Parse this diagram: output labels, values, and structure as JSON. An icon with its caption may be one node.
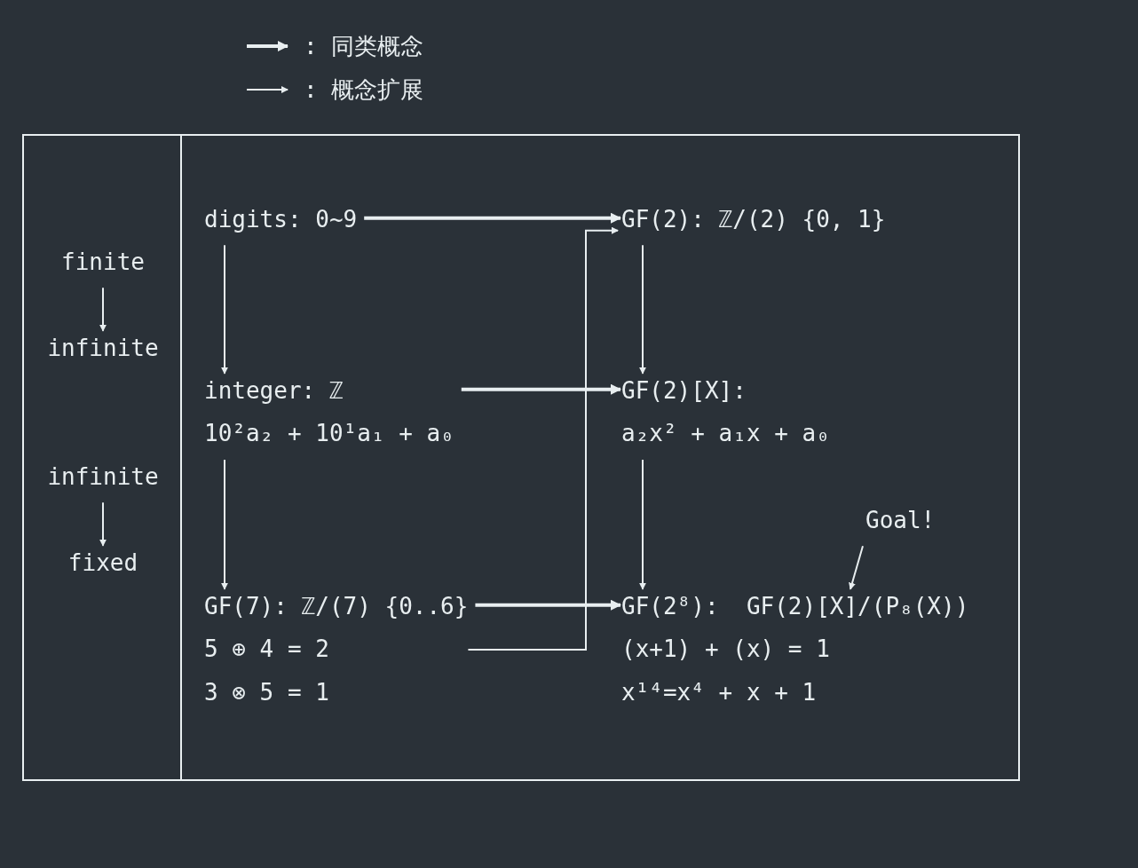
{
  "diagram": {
    "nodes": [
      {
        "text": [
          "finite"
        ]
      },
      {
        "text": [
          "infinite"
        ]
      },
      {
        "text": [
          "infinite"
        ]
      },
      {
        "text": [
          "fixed"
        ]
      },
      {
        "text": [
          "digits: 0~9"
        ]
      },
      {
        "text": [
          "integer: ℤ",
          "10²a₂ + 10¹a₁ + a₀"
        ]
      },
      {
        "text": [
          "GF(7): ℤ/(7) {0..6}",
          "5 ⊕ 4 = 2",
          "3 ⊗ 5 = 1"
        ]
      },
      {
        "text": [
          "GF(2): ℤ/(2) {0, 1}"
        ]
      },
      {
        "text": [
          "GF(2)[X]:",
          "a₂x² + a₁x + a₀"
        ]
      },
      {
        "text": [
          "GF(2⁸):  GF(2)[X]/(P₈(X))",
          "(x+1) + (x) = 1",
          "x¹⁴=x⁴ + x + 1"
        ]
      },
      {
        "text": [
          "Goal!"
        ]
      }
    ],
    "edges": [
      {
        "from": 0,
        "to": 1,
        "arrow": "to"
      },
      {
        "from": 2,
        "to": 3,
        "arrow": "to"
      },
      {
        "from": 4,
        "to": 5,
        "arrow": "to"
      },
      {
        "from": 5,
        "to": 6,
        "arrow": "to"
      },
      {
        "from": 7,
        "to": 8,
        "arrow": "to"
      },
      {
        "from": 8,
        "to": 9,
        "arrow": "to"
      },
      {
        "from": 4,
        "to": 7,
        "arrow": "to",
        "style": "thick"
      },
      {
        "from": 5,
        "to": 8,
        "arrow": "to",
        "style": "thick"
      },
      {
        "from": 6,
        "to": 9,
        "arrow": "to",
        "style": "thick"
      },
      {
        "from": 6,
        "to": 7,
        "arrow": "to"
      },
      {
        "from": 10,
        "to": 9,
        "arrow": "to"
      }
    ],
    "legend": [
      {
        "text": ": 同类概念"
      },
      {
        "text": ": 概念扩展"
      }
    ]
  }
}
